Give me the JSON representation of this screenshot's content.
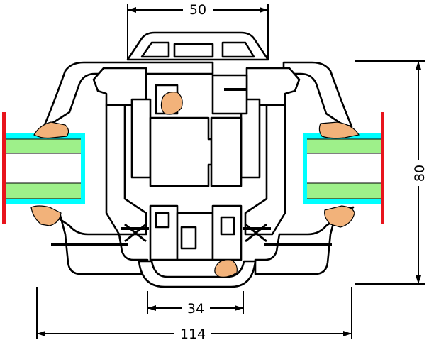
{
  "dimensions": {
    "top_width": "50",
    "inner_width": "34",
    "total_width": "114",
    "height": "80"
  },
  "colors": {
    "glass": "#9EF08A",
    "spacer": "#00FFFF",
    "gasket": "#F2B27A",
    "seal_bar": "#E8141C",
    "line": "#000000"
  }
}
